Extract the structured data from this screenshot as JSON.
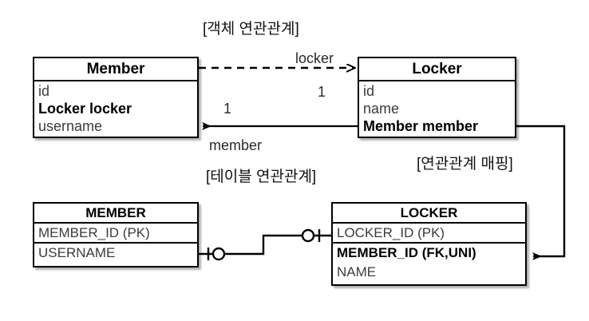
{
  "diagram": {
    "title_labels": {
      "object_relationship": "[객체 연관관계]",
      "table_relationship": "[테이블 연관관계]",
      "relationship_mapping": "[연관관계 매핑]"
    },
    "object_entities": [
      {
        "name": "Member",
        "fields": [
          {
            "text": "id",
            "bold": false
          },
          {
            "text": "Locker locker",
            "bold": true
          },
          {
            "text": "username",
            "bold": false
          }
        ]
      },
      {
        "name": "Locker",
        "fields": [
          {
            "text": "id",
            "bold": false
          },
          {
            "text": "name",
            "bold": false
          },
          {
            "text": "Member member",
            "bold": true
          }
        ]
      }
    ],
    "tables": [
      {
        "name": "MEMBER",
        "columns": [
          {
            "text": "MEMBER_ID (PK)",
            "bold": false
          },
          {
            "text": "USERNAME",
            "bold": false
          }
        ]
      },
      {
        "name": "LOCKER",
        "columns": [
          {
            "text": "LOCKER_ID (PK)",
            "bold": false
          },
          {
            "text": "MEMBER_ID (FK,UNI)",
            "bold": true
          },
          {
            "text": "NAME",
            "bold": false
          }
        ]
      }
    ],
    "edges": {
      "member_to_locker": {
        "label": "locker",
        "source_multiplicity": "",
        "target_multiplicity": "1",
        "style": "dashed"
      },
      "locker_to_member": {
        "label": "member",
        "source_multiplicity": "1",
        "target_multiplicity": "",
        "style": "solid"
      },
      "table_join": {
        "left_cardinality": "zero-or-one",
        "right_cardinality": "zero-or-one"
      }
    },
    "colors": {
      "stroke": "#000000",
      "text": "#1c1c1c",
      "muted_text": "#3b3b3b",
      "background": "#ffffff"
    }
  }
}
